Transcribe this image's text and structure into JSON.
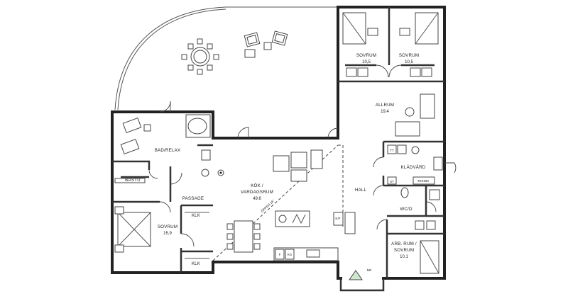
{
  "rooms": {
    "sovrum_a": {
      "name": "SOVRUM",
      "area": "10,5"
    },
    "sovrum_b": {
      "name": "SOVRUM",
      "area": "10,5"
    },
    "allrum": {
      "name": "ALLRUM",
      "area": "19,4"
    },
    "bad_relax": {
      "name": "BAD/RELAX"
    },
    "bastu": {
      "name": "BASTU"
    },
    "passage": {
      "name": "PASSAGE"
    },
    "kok": {
      "name_line1": "KÖK /",
      "name_line2": "VARDAGSRUM",
      "area": "49,6"
    },
    "sovrum_c": {
      "name": "SOVRUM",
      "area": "15,9"
    },
    "klk_upper": {
      "name": "KLK"
    },
    "klk_lower": {
      "name": "KLK"
    },
    "hall": {
      "name": "HALL"
    },
    "kladvard": {
      "name": "KLÄDVÅRD"
    },
    "teknik": {
      "name": "TEKNIK"
    },
    "wc_d": {
      "name": "WC/D"
    },
    "arb_rum": {
      "name_line1": "ARB. RUM /",
      "name_line2": "SOVRUM",
      "area": "10,1"
    }
  },
  "annotations": {
    "opening": "ÖPPEN 16°",
    "tt": "TT",
    "st": "ST",
    "kyl": "K/F",
    "fr": "F",
    "ks": "KS",
    "nd": "ND"
  }
}
